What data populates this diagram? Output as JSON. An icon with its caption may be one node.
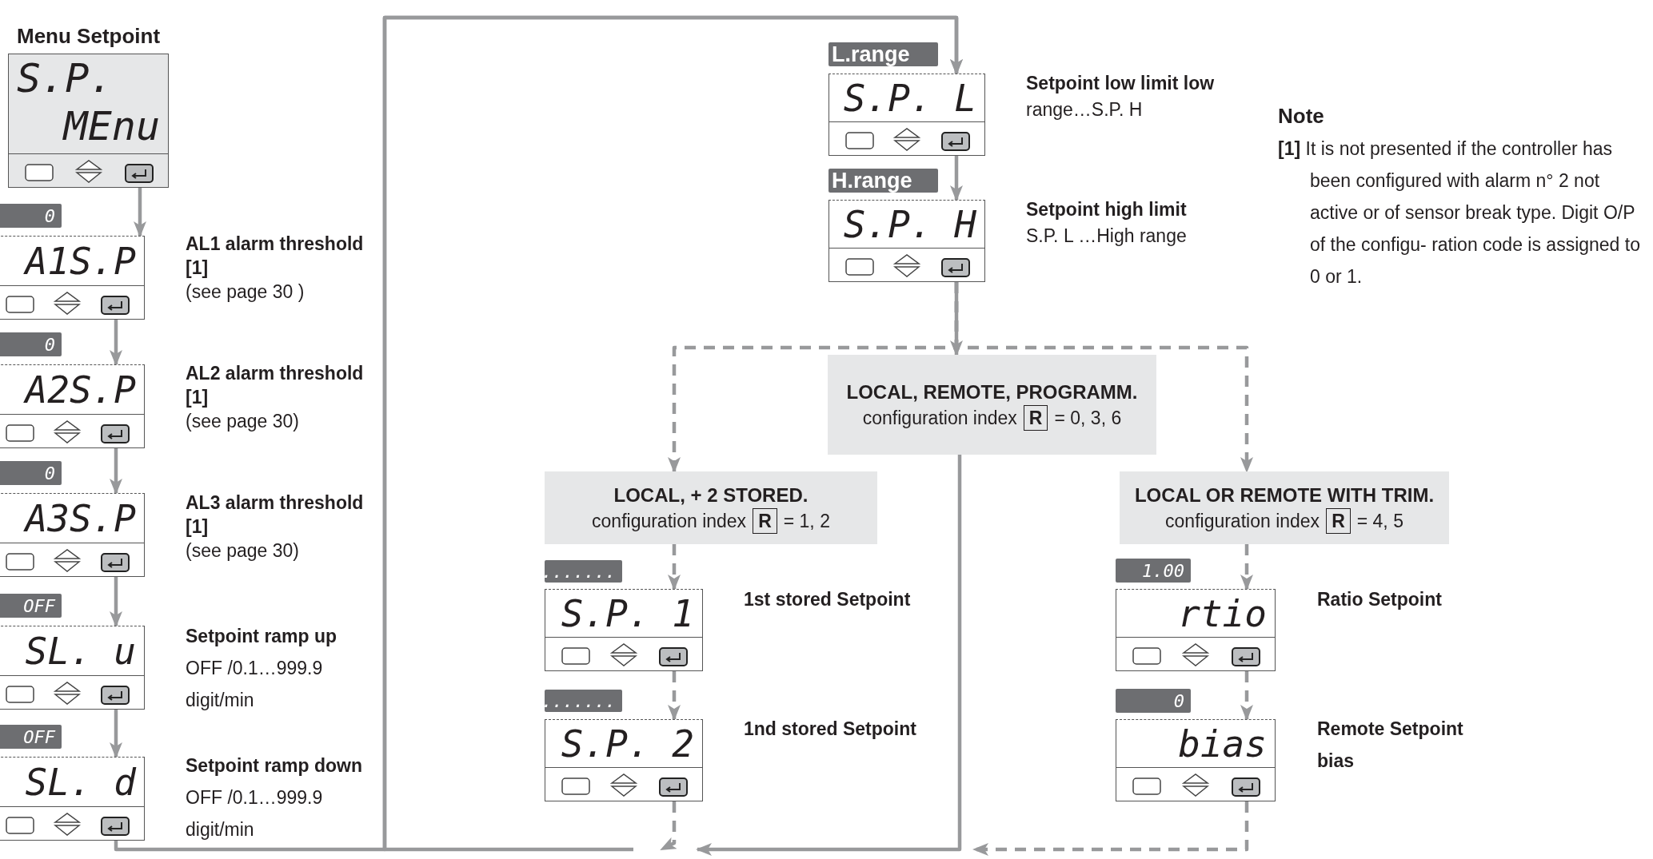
{
  "diagram": {
    "nodes": [
      {
        "text": [
          "Menu Setpoint",
          "S.P.",
          "MEnu"
        ]
      },
      {
        "text": [
          "A1S.P"
        ],
        "beside": [
          "0",
          "AL1 alarm threshold [1]",
          "(see page 30 )"
        ]
      },
      {
        "text": [
          "A2S.P"
        ],
        "beside": [
          "0",
          "AL2 alarm threshold [1]",
          "(see page 30)"
        ]
      },
      {
        "text": [
          "A3S.P"
        ],
        "beside": [
          "0",
          "AL3 alarm threshold [1]",
          "(see page 30)"
        ]
      },
      {
        "text": [
          "SL. u"
        ],
        "beside": [
          "OFF",
          "Setpoint ramp up",
          "OFF /0.1…999.9 digit/min"
        ]
      },
      {
        "text": [
          "SL. d"
        ],
        "beside": [
          "OFF",
          "Setpoint ramp down",
          "OFF /0.1…999.9 digit/min"
        ]
      },
      {
        "text": [
          "S.P. L"
        ],
        "beside": [
          "L.range",
          "Setpoint low limit low",
          "range…S.P. H"
        ]
      },
      {
        "text": [
          "S.P. H"
        ],
        "beside": [
          "H.range",
          "Setpoint high limit",
          "S.P. L …High range"
        ]
      },
      {
        "text": [
          "LOCAL, REMOTE, PROGRAMM.",
          "configuration index",
          "R",
          "= 0, 3, 6"
        ]
      },
      {
        "text": [
          "LOCAL, + 2 STORED.",
          "configuration index",
          "R",
          "= 1, 2"
        ]
      },
      {
        "text": [
          "LOCAL OR REMOTE WITH TRIM.",
          "configuration index",
          "R",
          "= 4, 5"
        ]
      },
      {
        "text": [
          "S.P. 1"
        ],
        "beside": [
          ".......",
          "1st stored Setpoint"
        ]
      },
      {
        "text": [
          "rtio"
        ],
        "beside": [
          "1.00",
          "Ratio Setpoint"
        ]
      },
      {
        "text": [
          "S.P. 2"
        ],
        "beside": [
          ".......",
          "1nd stored Setpoint"
        ]
      },
      {
        "text": [
          "bias"
        ],
        "beside": [
          "0",
          "Remote Setpoint bias"
        ]
      }
    ],
    "edges": [
      {
        "from": 0,
        "to": 1,
        "arrow": "to"
      },
      {
        "from": 1,
        "to": 2,
        "arrow": "to"
      },
      {
        "from": 2,
        "to": 3,
        "arrow": "to"
      },
      {
        "from": 3,
        "to": 4,
        "arrow": "to"
      },
      {
        "from": 4,
        "to": 5,
        "arrow": "to"
      },
      {
        "from": 5,
        "to": 6,
        "arrow": "to"
      },
      {
        "from": 6,
        "to": 7,
        "arrow": "to"
      },
      {
        "from": 7,
        "to": 9,
        "arrow": "to",
        "style": "dashed"
      },
      {
        "from": 7,
        "to": 8,
        "arrow": "to"
      },
      {
        "from": 7,
        "to": 10,
        "arrow": "to",
        "style": "dashed"
      },
      {
        "from": 9,
        "to": 11,
        "arrow": "to",
        "style": "dashed"
      },
      {
        "from": 11,
        "to": 13,
        "arrow": "to",
        "style": "dashed"
      },
      {
        "from": 10,
        "to": 12,
        "arrow": "to",
        "style": "dashed"
      },
      {
        "from": 12,
        "to": 14,
        "arrow": "to",
        "style": "dashed"
      },
      {
        "from": 13,
        "to": null,
        "arrow": "to",
        "style": "dashed"
      },
      {
        "from": 8,
        "to": null,
        "arrow": "to"
      },
      {
        "from": 14,
        "to": null,
        "arrow": "to",
        "style": "dashed"
      },
      {
        "from": null,
        "to": 6,
        "arrow": "to"
      }
    ],
    "labels": [
      "Note",
      "**[1]** It is not presented if the controller has been configured with alarm n° 2 not active or of sensor break type. Digit O/P of the configu- ration code is assigned to 0 or 1."
    ]
  }
}
